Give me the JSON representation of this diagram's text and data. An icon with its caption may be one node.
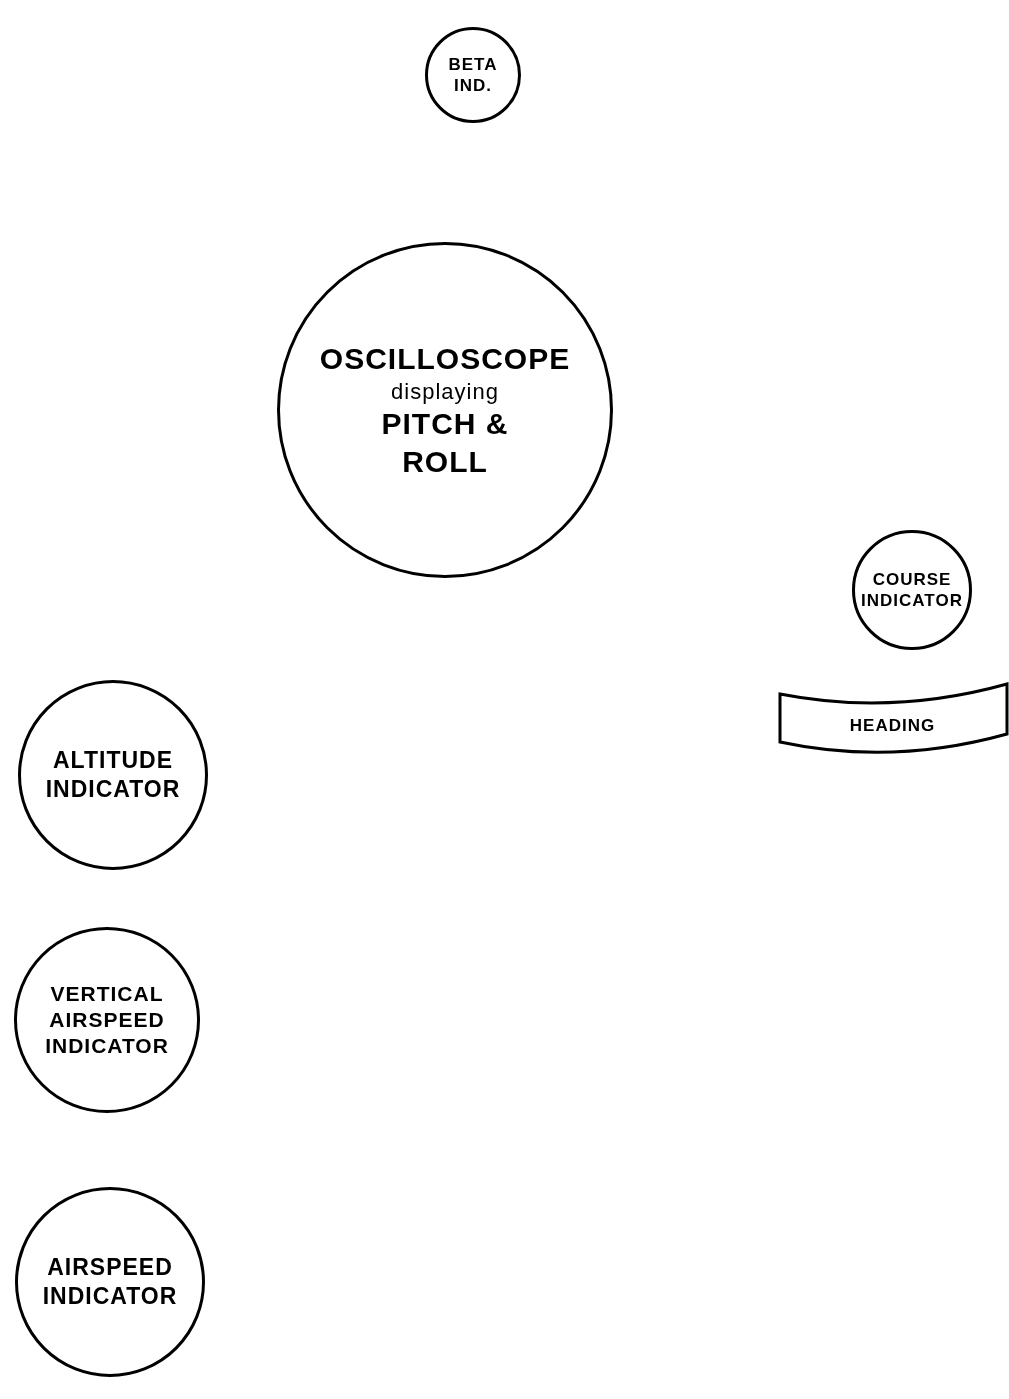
{
  "diagram": {
    "nodes": [
      {
        "text": [
          "BETA IND."
        ]
      },
      {
        "text": [
          "OSCILLOSCOPE",
          "displaying",
          "PITCH & ROLL"
        ]
      },
      {
        "text": [
          "COURSE INDICATOR"
        ]
      },
      {
        "text": [
          "HEADING"
        ]
      },
      {
        "text": [
          "ALTITUDE INDICATOR"
        ]
      },
      {
        "text": [
          "VERTICAL AIRSPEED INDICATOR"
        ]
      },
      {
        "text": [
          "AIRSPEED INDICATOR"
        ]
      }
    ]
  }
}
